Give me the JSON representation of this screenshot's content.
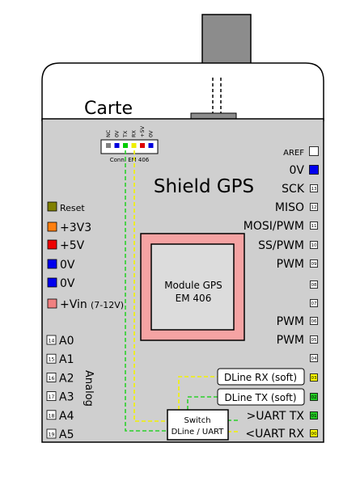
{
  "board": {
    "carte_label": "Carte",
    "shield_title": "Shield GPS",
    "colors": {
      "board_fill": "#cfcfcf",
      "module_outer": "#f5a3a3",
      "module_inner": "#dcdcdc",
      "green_wire": "#2bd12b",
      "yellow_wire": "#f2f200",
      "connector_block": "#8c8c8c"
    }
  },
  "connector": {
    "caption": "Conn. EM 406",
    "pins": [
      "NC",
      "0V",
      "TX",
      "RX",
      "+5V",
      "0V"
    ],
    "pin_colors": [
      "#808080",
      "#0000dd",
      "#00cc00",
      "#eeee00",
      "#dd0000",
      "#0000dd"
    ]
  },
  "left_pins": [
    {
      "label": "Reset",
      "color": "#808000"
    },
    {
      "label": "+3V3",
      "color": "#ff7f0e"
    },
    {
      "label": "+5V",
      "color": "#ee0000"
    },
    {
      "label": "0V",
      "color": "#0000ee"
    },
    {
      "label": "0V",
      "color": "#0000ee"
    },
    {
      "label": "+Vin",
      "sub": "(7-12V)",
      "color": "#f08080"
    }
  ],
  "analog": {
    "label": "Analog",
    "pins": [
      {
        "num": "14",
        "label": "A0"
      },
      {
        "num": "15",
        "label": "A1"
      },
      {
        "num": "16",
        "label": "A2"
      },
      {
        "num": "17",
        "label": "A3"
      },
      {
        "num": "18",
        "label": "A4"
      },
      {
        "num": "19",
        "label": "A5"
      }
    ]
  },
  "right_pins": [
    {
      "label": "AREF",
      "num": "",
      "fill": "#ffffff",
      "small": true
    },
    {
      "label": "0V",
      "num": "",
      "fill": "#0000ee"
    },
    {
      "label": "SCK",
      "num": "13",
      "fill": "#ffffff"
    },
    {
      "label": "MISO",
      "num": "12",
      "fill": "#ffffff"
    },
    {
      "label": "MOSI/PWM",
      "num": "11",
      "fill": "#ffffff"
    },
    {
      "label": "SS/PWM",
      "num": "10",
      "fill": "#ffffff"
    },
    {
      "label": "PWM",
      "num": "09",
      "fill": "#ffffff"
    },
    {
      "label": "",
      "num": "08",
      "fill": "#ffffff"
    },
    {
      "label": "",
      "num": "07",
      "fill": "#ffffff"
    },
    {
      "label": "PWM",
      "num": "06",
      "fill": "#ffffff"
    },
    {
      "label": "PWM",
      "num": "05",
      "fill": "#ffffff"
    },
    {
      "label": "",
      "num": "04",
      "fill": "#ffffff"
    },
    {
      "label": "",
      "num": "03",
      "fill": "#ffff00"
    },
    {
      "label": "",
      "num": "02",
      "fill": "#22cc22"
    },
    {
      "label": ">UART TX",
      "num": "01",
      "fill": "#22cc22"
    },
    {
      "label": "<UART RX",
      "num": "00",
      "fill": "#ffff00"
    }
  ],
  "module": {
    "line1": "Module GPS",
    "line2": "EM 406"
  },
  "switch": {
    "line1": "Switch",
    "line2": "DLine / UART"
  },
  "dline": {
    "rx_label": "DLine RX (soft)",
    "tx_label": "DLine TX (soft)"
  }
}
